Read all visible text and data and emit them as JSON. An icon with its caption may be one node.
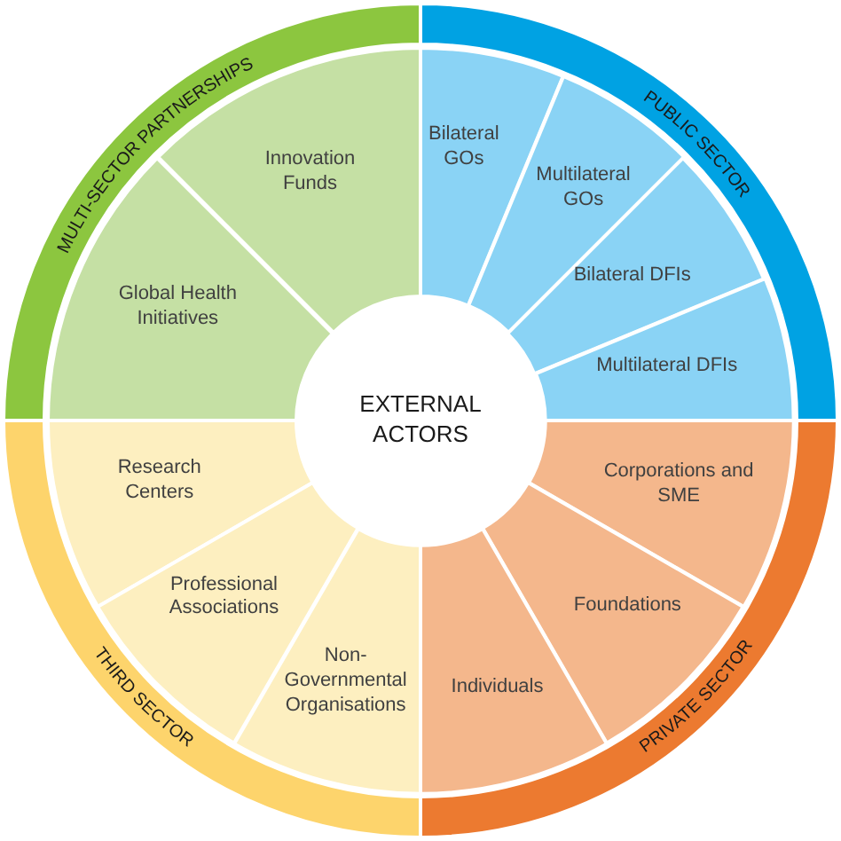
{
  "diagram": {
    "nodes": [
      {
        "text": [
          "EXTERNAL ACTORS"
        ]
      },
      {
        "text": [
          "MULTI-SECTOR PARTNERSHIPS"
        ]
      },
      {
        "text": [
          "Innovation Funds"
        ],
        "in": 1
      },
      {
        "text": [
          "Global Health Initiatives"
        ],
        "in": 1
      },
      {
        "text": [
          "PUBLIC SECTOR"
        ]
      },
      {
        "text": [
          "Bilateral GOs"
        ],
        "in": 4
      },
      {
        "text": [
          "Multilateral GOs"
        ],
        "in": 4
      },
      {
        "text": [
          "Bilateral DFIs"
        ],
        "in": 4
      },
      {
        "text": [
          "Multilateral DFIs"
        ],
        "in": 4
      },
      {
        "text": [
          "PRIVATE SECTOR"
        ]
      },
      {
        "text": [
          "Corporations and SME"
        ],
        "in": 9
      },
      {
        "text": [
          "Foundations"
        ],
        "in": 9
      },
      {
        "text": [
          "Individuals"
        ],
        "in": 9
      },
      {
        "text": [
          "THIRD SECTOR"
        ]
      },
      {
        "text": [
          "Research Centers"
        ],
        "in": 13
      },
      {
        "text": [
          "Professional Associations"
        ],
        "in": 13
      },
      {
        "text": [
          "Non- Governmental Organisations"
        ],
        "in": 13
      }
    ]
  }
}
